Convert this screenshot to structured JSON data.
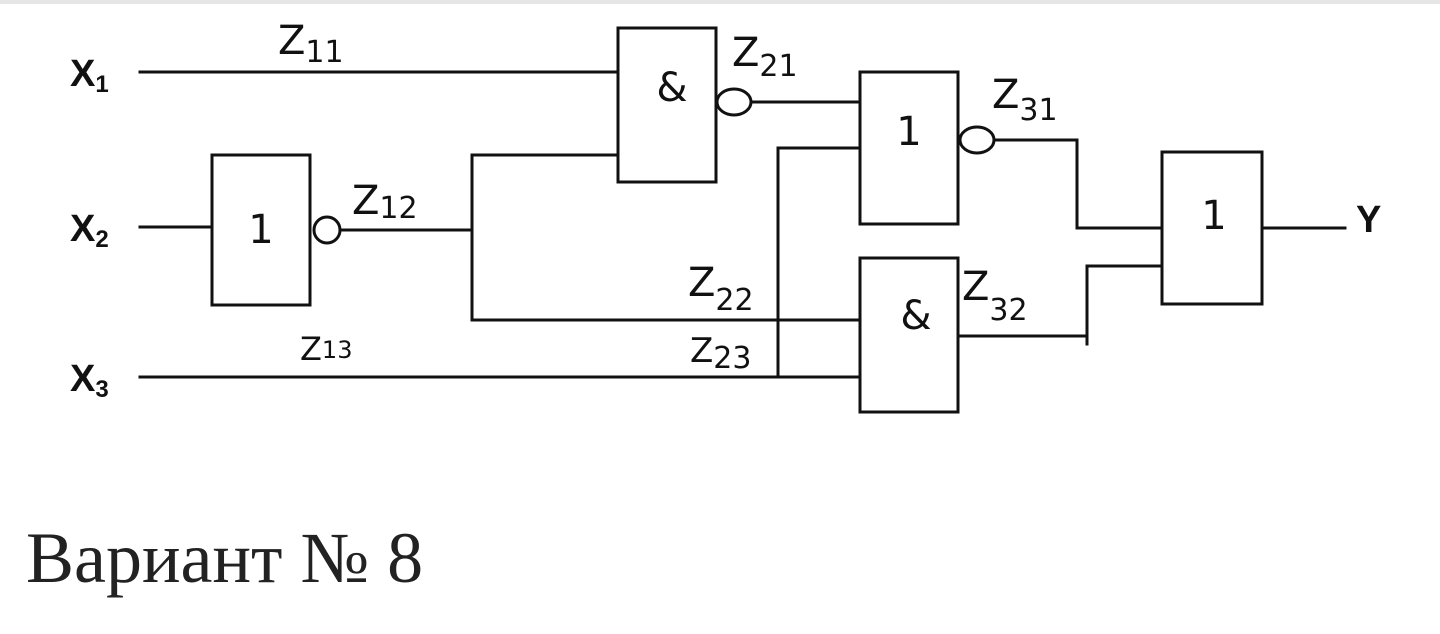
{
  "inputs": [
    {
      "main": "X",
      "sub": "1"
    },
    {
      "main": "X",
      "sub": "2"
    },
    {
      "main": "X",
      "sub": "3"
    }
  ],
  "output": "Y",
  "gates": {
    "not_x2": "1",
    "and_top": "&",
    "or_mid": "1",
    "and_bottom": "&",
    "or_final": "1"
  },
  "signals": {
    "z11": {
      "main": "Z",
      "sub": "11"
    },
    "z12": {
      "main": "Z",
      "sub": "12"
    },
    "z13": {
      "main": "Z",
      "sub": "13"
    },
    "z21": {
      "main": "Z",
      "sub": "21"
    },
    "z22": {
      "main": "Z",
      "sub": "22"
    },
    "z23": {
      "main": "Z",
      "sub": "23"
    },
    "z31": {
      "main": "Z",
      "sub": "31"
    },
    "z32": {
      "main": "Z",
      "sub": "32"
    }
  },
  "caption": "Вариант № 8"
}
